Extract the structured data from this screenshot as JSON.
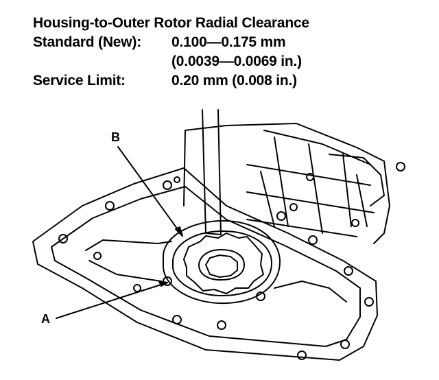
{
  "spec": {
    "title": "Housing-to-Outer Rotor Radial Clearance",
    "standard_label": "Standard (New):",
    "standard_value": "0.100—0.175 mm",
    "standard_value_in": "(0.0039—0.0069 in.)",
    "service_label": "Service Limit:",
    "service_value": "0.20 mm (0.008 in.)"
  },
  "callouts": {
    "a": "A",
    "b": "B"
  }
}
